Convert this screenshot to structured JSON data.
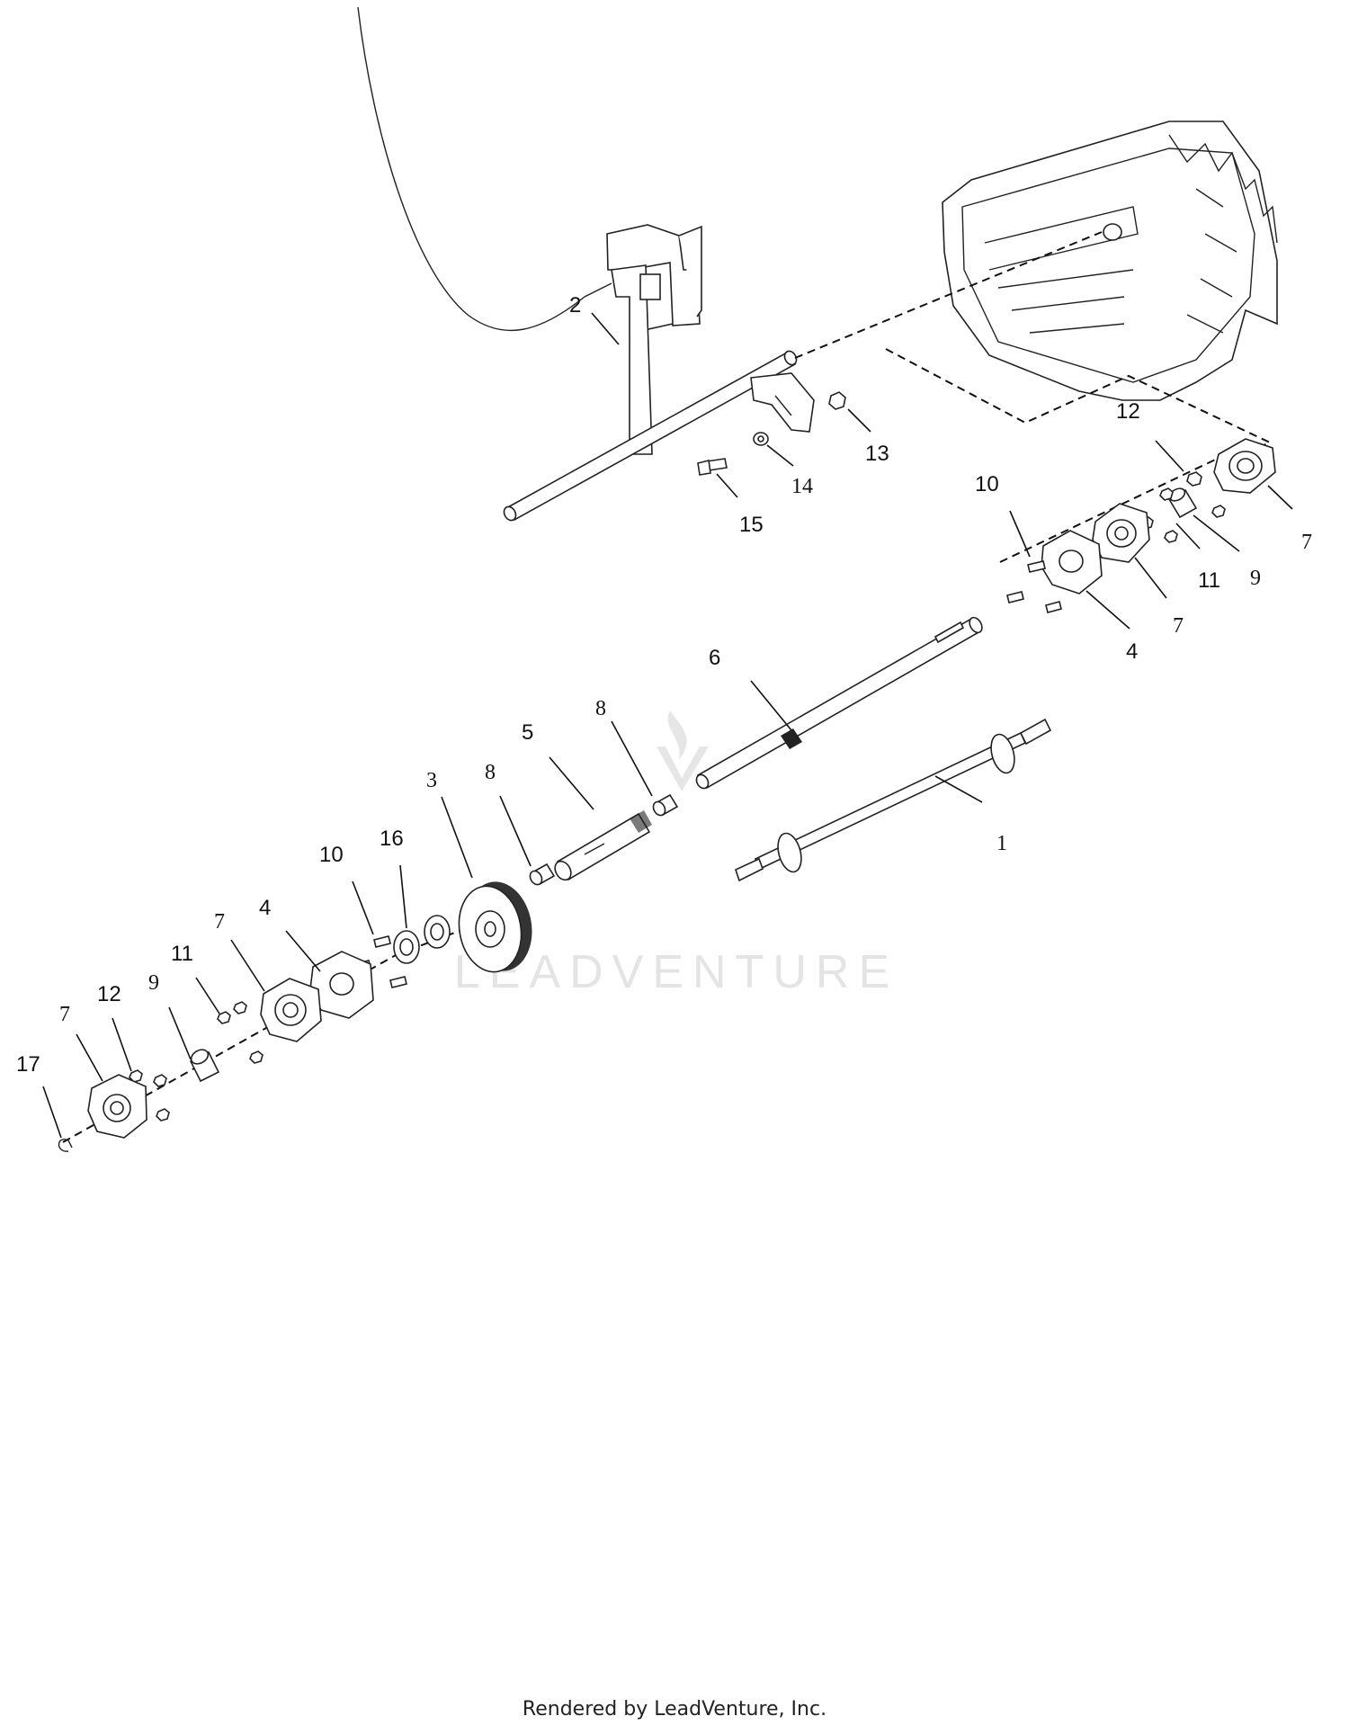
{
  "watermark": {
    "text": "LEADVENTURE"
  },
  "footer": {
    "text": "Rendered by LeadVenture, Inc."
  },
  "callouts": [
    {
      "id": "c2",
      "label": "2",
      "font": "sans"
    },
    {
      "id": "c13",
      "label": "13",
      "font": "sans"
    },
    {
      "id": "c14",
      "label": "14",
      "font": "serif"
    },
    {
      "id": "c15",
      "label": "15",
      "font": "sans"
    },
    {
      "id": "c12r",
      "label": "12",
      "font": "sans"
    },
    {
      "id": "c7r1",
      "label": "7",
      "font": "serif"
    },
    {
      "id": "c10r",
      "label": "10",
      "font": "sans"
    },
    {
      "id": "c11r",
      "label": "11",
      "font": "sans"
    },
    {
      "id": "c9r",
      "label": "9",
      "font": "serif"
    },
    {
      "id": "c7r2",
      "label": "7",
      "font": "serif"
    },
    {
      "id": "c4r",
      "label": "4",
      "font": "sans"
    },
    {
      "id": "c6",
      "label": "6",
      "font": "sans"
    },
    {
      "id": "c8a",
      "label": "8",
      "font": "serif"
    },
    {
      "id": "c5",
      "label": "5",
      "font": "sans"
    },
    {
      "id": "c8b",
      "label": "8",
      "font": "serif"
    },
    {
      "id": "c3",
      "label": "3",
      "font": "serif"
    },
    {
      "id": "c1",
      "label": "1",
      "font": "serif"
    },
    {
      "id": "c10l",
      "label": "10",
      "font": "sans"
    },
    {
      "id": "c16",
      "label": "16",
      "font": "sans"
    },
    {
      "id": "c7l1",
      "label": "7",
      "font": "serif"
    },
    {
      "id": "c4l",
      "label": "4",
      "font": "sans"
    },
    {
      "id": "c11l",
      "label": "11",
      "font": "sans"
    },
    {
      "id": "c9l",
      "label": "9",
      "font": "serif"
    },
    {
      "id": "c12l",
      "label": "12",
      "font": "sans"
    },
    {
      "id": "c7l2",
      "label": "7",
      "font": "serif"
    },
    {
      "id": "c17",
      "label": "17",
      "font": "sans"
    }
  ]
}
